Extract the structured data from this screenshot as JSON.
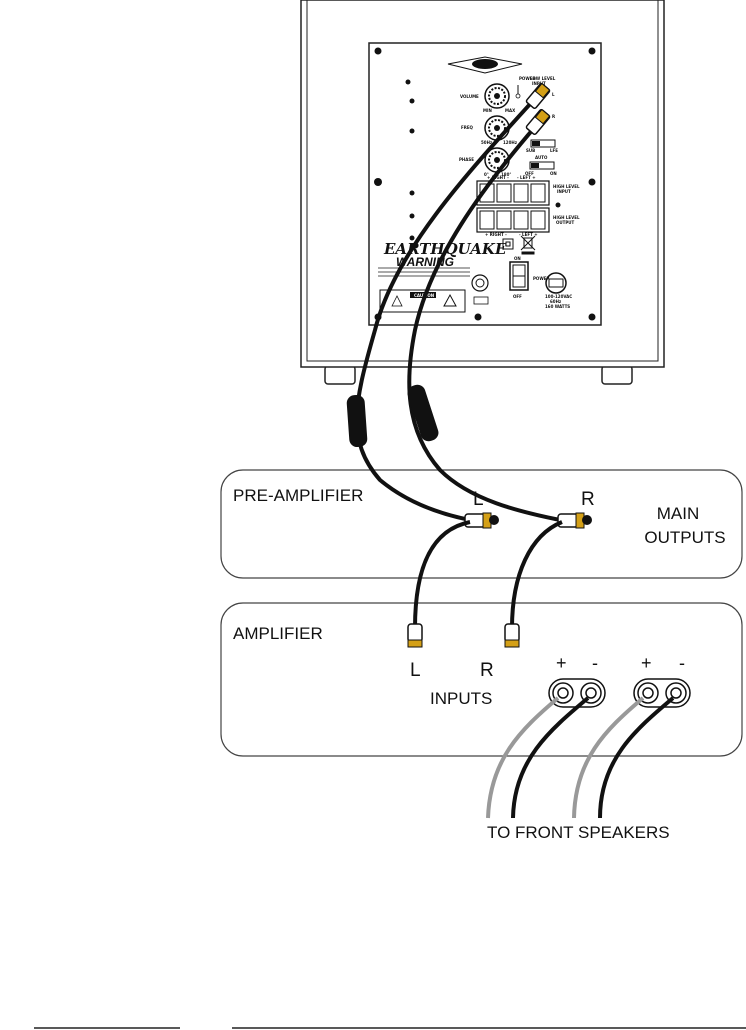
{
  "pre_amplifier": {
    "title": "PRE-AMPLIFIER",
    "left_label": "L",
    "right_label": "R",
    "outputs_line1": "MAIN",
    "outputs_line2": "OUTPUTS"
  },
  "amplifier": {
    "title": "AMPLIFIER",
    "left_label": "L",
    "right_label": "R",
    "inputs_label": "INPUTS",
    "plus_1": "+",
    "minus_1": "-",
    "plus_2": "+",
    "minus_2": "-"
  },
  "speakers_label": "TO FRONT SPEAKERS",
  "subwoofer_panel": {
    "power": "POWER",
    "low_level_line1": "LOW LEVEL",
    "low_level_line2": "INPUT",
    "input_l": "L",
    "input_r": "R",
    "volume": "VOLUME",
    "vol_min": "MIN",
    "vol_max": "MAX",
    "freq": "FREQ",
    "freq_min": "50Hz",
    "freq_max": "120Hz",
    "phase": "PHASE",
    "phase_0": "0°",
    "phase_180": "180°",
    "sub": "SUB",
    "lfe": "LFE",
    "auto": "AUTO",
    "off": "OFF",
    "on": "ON",
    "right_top": "+ RIGHT -",
    "left_top": "- LEFT +",
    "high_input_1": "HIGH LEVEL",
    "high_input_2": "INPUT",
    "high_output_1": "HIGH LEVEL",
    "high_output_2": "OUTPUT",
    "right_bottom": "+ RIGHT -",
    "left_bottom": "- LEFT +",
    "brand": "EARTHQUAKE",
    "warning": "WARNING",
    "caution": "CAUTION",
    "switch_on": "ON",
    "switch_off": "OFF",
    "power_label": "POWER",
    "rating_1": "100-120VAC",
    "rating_2": "60Hz",
    "rating_3": "160 WATTS"
  }
}
